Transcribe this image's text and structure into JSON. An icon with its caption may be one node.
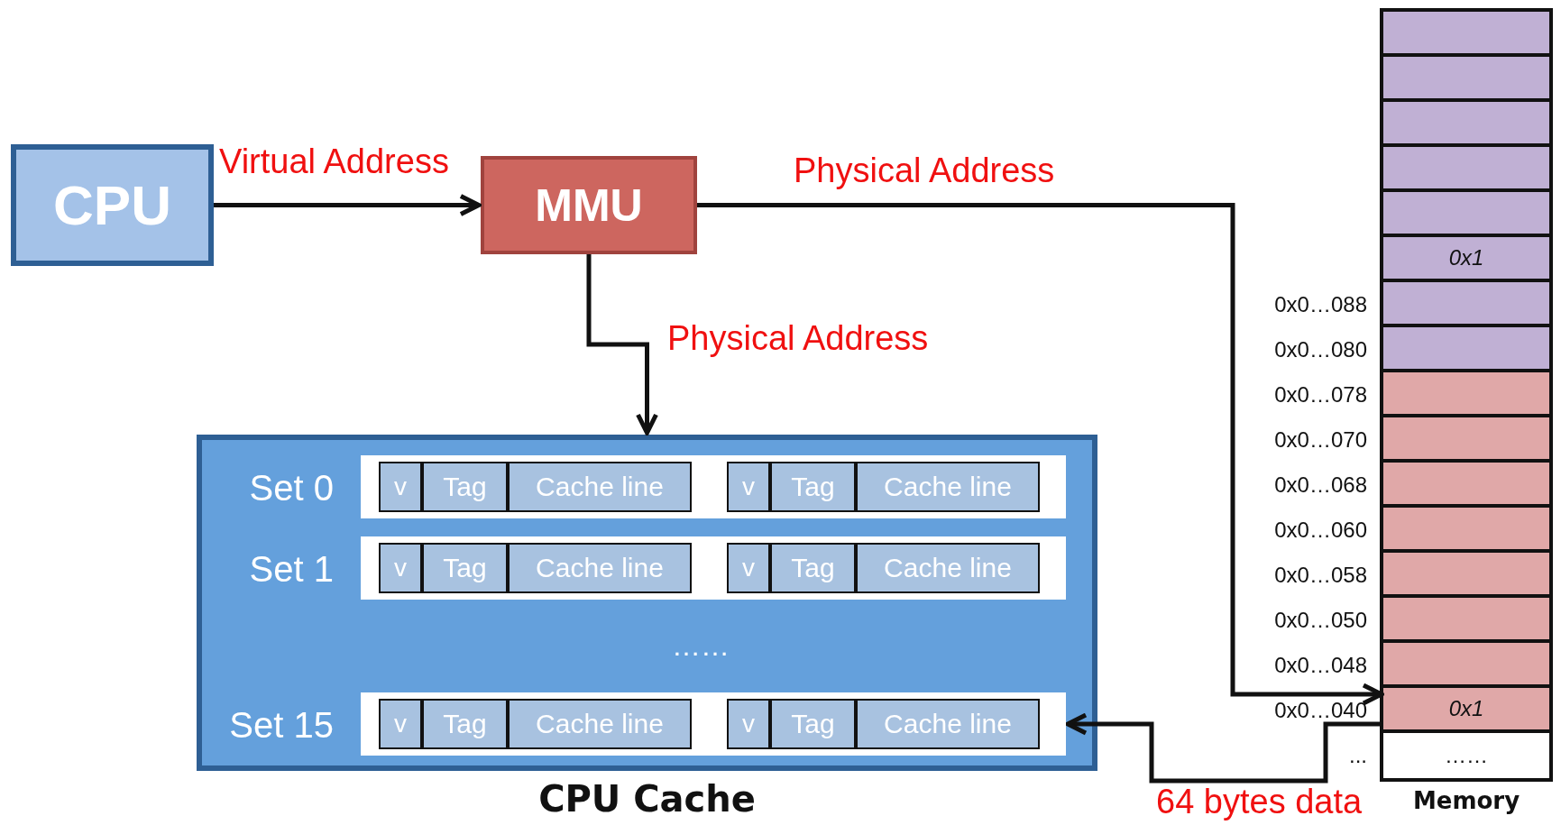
{
  "diagram": {
    "nodes": [
      {
        "text": [
          "CPU"
        ]
      },
      {
        "text": [
          "MMU"
        ]
      },
      {
        "text": [
          "CPU Cache"
        ]
      },
      {
        "text": [
          "Set 0"
        ],
        "in": 2
      },
      {
        "text": [],
        "shape": "box",
        "in": 3
      },
      {
        "text": [
          "v"
        ],
        "in": 4
      },
      {
        "text": [
          "Tag"
        ],
        "in": 4
      },
      {
        "text": [
          "Cache line"
        ],
        "in": 4
      },
      {
        "text": [],
        "shape": "box",
        "in": 3
      },
      {
        "text": [
          "v"
        ],
        "in": 8
      },
      {
        "text": [
          "Tag"
        ],
        "in": 8
      },
      {
        "text": [
          "Cache line"
        ],
        "in": 8
      },
      {
        "text": [
          "Set 1"
        ],
        "in": 2
      },
      {
        "text": [],
        "shape": "box",
        "in": 12
      },
      {
        "text": [
          "v"
        ],
        "in": 13
      },
      {
        "text": [
          "Tag"
        ],
        "in": 13
      },
      {
        "text": [
          "Cache line"
        ],
        "in": 13
      },
      {
        "text": [],
        "shape": "box",
        "in": 12
      },
      {
        "text": [
          "v"
        ],
        "in": 17
      },
      {
        "text": [
          "Tag"
        ],
        "in": 17
      },
      {
        "text": [
          "Cache line"
        ],
        "in": 17
      },
      {
        "text": [
          "Set 15"
        ],
        "in": 2
      },
      {
        "text": [],
        "shape": "box",
        "in": 21
      },
      {
        "text": [
          "v"
        ],
        "in": 22
      },
      {
        "text": [
          "Tag"
        ],
        "in": 22
      },
      {
        "text": [
          "Cache line"
        ],
        "in": 22
      },
      {
        "text": [],
        "shape": "box",
        "in": 21
      },
      {
        "text": [
          "v"
        ],
        "in": 26
      },
      {
        "text": [
          "Tag"
        ],
        "in": 26
      },
      {
        "text": [
          "Cache line"
        ],
        "in": 26
      },
      {
        "text": [
          "Memory"
        ]
      },
      {
        "text": [],
        "shape": "box",
        "in": 30
      },
      {
        "text": [],
        "shape": "box",
        "in": 30
      },
      {
        "text": [],
        "shape": "box",
        "in": 30
      },
      {
        "text": [],
        "shape": "box",
        "in": 30
      },
      {
        "text": [],
        "shape": "box",
        "in": 30
      },
      {
        "text": [
          "0x1"
        ],
        "in": 30
      },
      {
        "text": [],
        "shape": "box",
        "in": 30,
        "beside": [
          "0x0…088"
        ]
      },
      {
        "text": [],
        "shape": "box",
        "in": 30,
        "beside": [
          "0x0…080"
        ]
      },
      {
        "text": [],
        "shape": "box",
        "in": 30,
        "beside": [
          "0x0…078"
        ]
      },
      {
        "text": [],
        "shape": "box",
        "in": 30,
        "beside": [
          "0x0…070"
        ]
      },
      {
        "text": [],
        "shape": "box",
        "in": 30,
        "beside": [
          "0x0…068"
        ]
      },
      {
        "text": [],
        "shape": "box",
        "in": 30,
        "beside": [
          "0x0…060"
        ]
      },
      {
        "text": [],
        "shape": "box",
        "in": 30,
        "beside": [
          "0x0…058"
        ]
      },
      {
        "text": [],
        "shape": "box",
        "in": 30,
        "beside": [
          "0x0…050"
        ]
      },
      {
        "text": [],
        "shape": "box",
        "in": 30,
        "beside": [
          "0x0…048"
        ]
      },
      {
        "text": [
          "0x1"
        ],
        "in": 30,
        "beside": [
          "0x0…040"
        ]
      },
      {
        "text": [
          "……"
        ],
        "in": 30,
        "beside": [
          "..."
        ]
      }
    ],
    "edges": [
      {
        "from": 0,
        "to": 1,
        "arrow": "to",
        "label": "Virtual Address"
      },
      {
        "from": 1,
        "to": 2,
        "arrow": "to",
        "label": "Physical Address"
      },
      {
        "from": 1,
        "to": 46,
        "arrow": "to",
        "label": "Physical Address"
      },
      {
        "from": 46,
        "to": 21,
        "arrow": "to",
        "label": "64 bytes data"
      }
    ],
    "labels": [
      "……"
    ]
  }
}
